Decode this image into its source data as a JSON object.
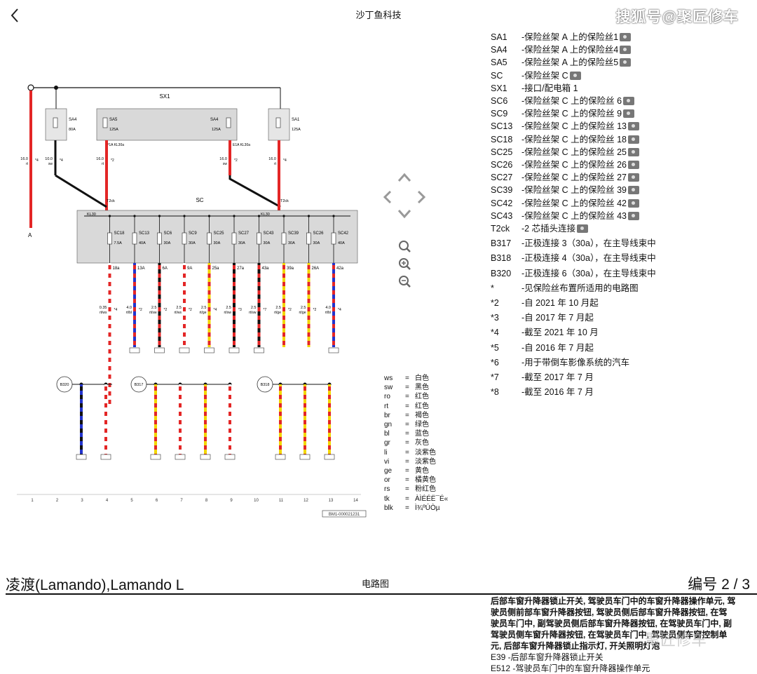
{
  "header": {
    "app_title": "沙丁鱼科技",
    "watermark": "搜狐号@聚匠修车"
  },
  "diagram": {
    "labels": {
      "sx1": "SX1",
      "sc": "SC",
      "sa4": "SA4",
      "sa4_rating": "80A",
      "sa5": "SA5",
      "sa5_rating": "125A",
      "sa4b": "SA4",
      "sa4b_rating": "125A",
      "sa1": "SA1",
      "sa1_rating": "125A",
      "p1a": "P1A KL30a",
      "e1a": "E1A KL30a",
      "kl30_left": "KL30",
      "kl30_right": "KL30",
      "t2ck_left": "T2ck",
      "t2ck_right": "T2ck",
      "ground_a": "A",
      "code": "BM1-000021231"
    },
    "fuses": [
      {
        "name": "SC18",
        "rating": "7.5A",
        "out": "18a",
        "wire": "0.35",
        "color": "rt/ws",
        "note": "*4"
      },
      {
        "name": "SC13",
        "rating": "40A",
        "out": "13A",
        "wire": "4.0",
        "color": "rt/bl",
        "note": "*2"
      },
      {
        "name": "SC6",
        "rating": "30A",
        "out": "6A",
        "wire": "2.5",
        "color": "rt/sw",
        "note": "*2"
      },
      {
        "name": "SC9",
        "rating": "30A",
        "out": "9A",
        "wire": "2.5",
        "color": "rt/ws",
        "note": "*2"
      },
      {
        "name": "SC25",
        "rating": "30A",
        "out": "25a",
        "wire": "2.5",
        "color": "rt/ge",
        "note": "*4"
      },
      {
        "name": "SC27",
        "rating": "30A",
        "out": "27a",
        "wire": "2.5",
        "color": "rt/sw",
        "note": "*3"
      },
      {
        "name": "SC43",
        "rating": "30A",
        "out": "43a",
        "wire": "2.5",
        "color": "rt/sw",
        "note": "*7"
      },
      {
        "name": "SC39",
        "rating": "30A",
        "out": "39a",
        "wire": "2.5",
        "color": "rt/ge",
        "note": "*2"
      },
      {
        "name": "SC26",
        "rating": "30A",
        "out": "26A",
        "wire": "2.5",
        "color": "rt/ge",
        "note": "*2"
      },
      {
        "name": "SC42",
        "rating": "40A",
        "out": "42a",
        "wire": "4.0",
        "color": "rt/bl",
        "note": "*4"
      }
    ],
    "columns": [
      "1",
      "2",
      "3",
      "4",
      "5",
      "6",
      "7",
      "8",
      "9",
      "10",
      "11",
      "12",
      "13",
      "14"
    ],
    "connectors": {
      "b320": "B320",
      "b317": "B317",
      "b318": "B318"
    },
    "supply": [
      {
        "wire": "16.0",
        "color": "rt",
        "note": "*4"
      },
      {
        "wire": "10.0",
        "color": "sw",
        "note": "*4"
      },
      {
        "wire": "16.0",
        "color": "rt",
        "note": "*2"
      },
      {
        "wire": "16.0",
        "color": "sw",
        "note": "*2"
      },
      {
        "wire": "16.0",
        "color": "rt",
        "note": "*4"
      }
    ]
  },
  "color_legend": [
    {
      "code": "ws",
      "name": "白色"
    },
    {
      "code": "sw",
      "name": "黑色"
    },
    {
      "code": "ro",
      "name": "红色"
    },
    {
      "code": "rt",
      "name": "红色"
    },
    {
      "code": "br",
      "name": "褐色"
    },
    {
      "code": "gn",
      "name": "绿色"
    },
    {
      "code": "bl",
      "name": "蓝色"
    },
    {
      "code": "gr",
      "name": "灰色"
    },
    {
      "code": "li",
      "name": "淡紫色"
    },
    {
      "code": "vi",
      "name": "淡紫色"
    },
    {
      "code": "ge",
      "name": "黄色"
    },
    {
      "code": "or",
      "name": "橘黄色"
    },
    {
      "code": "rs",
      "name": "粉红色"
    },
    {
      "code": "tk",
      "name": "ÀÌÉÉË¯É«"
    },
    {
      "code": "blk",
      "name": "Ì¾ºÚÒµ"
    }
  ],
  "component_legend": [
    {
      "code": "SA1",
      "desc": "-保险丝架 A 上的保险丝1",
      "cam": true
    },
    {
      "code": "SA4",
      "desc": "-保险丝架 A 上的保险丝4",
      "cam": true
    },
    {
      "code": "SA5",
      "desc": "-保险丝架 A 上的保险丝5",
      "cam": true
    },
    {
      "code": "SC",
      "desc": "-保险丝架 C",
      "cam": true
    },
    {
      "code": "SX1",
      "desc": "-接口/配电箱 1",
      "cam": false
    },
    {
      "code": "SC6",
      "desc": "-保险丝架 C 上的保险丝 6",
      "cam": true
    },
    {
      "code": "SC9",
      "desc": "-保险丝架 C 上的保险丝 9",
      "cam": true
    },
    {
      "code": "SC13",
      "desc": "-保险丝架 C 上的保险丝 13",
      "cam": true
    },
    {
      "code": "SC18",
      "desc": "-保险丝架 C 上的保险丝 18",
      "cam": true
    },
    {
      "code": "SC25",
      "desc": "-保险丝架 C 上的保险丝 25",
      "cam": true
    },
    {
      "code": "SC26",
      "desc": "-保险丝架 C 上的保险丝 26",
      "cam": true
    },
    {
      "code": "SC27",
      "desc": "-保险丝架 C 上的保险丝 27",
      "cam": true
    },
    {
      "code": "SC39",
      "desc": "-保险丝架 C 上的保险丝 39",
      "cam": true
    },
    {
      "code": "SC42",
      "desc": "-保险丝架 C 上的保险丝 42",
      "cam": true
    },
    {
      "code": "SC43",
      "desc": "-保险丝架 C 上的保险丝 43",
      "cam": true
    },
    {
      "code": "T2ck",
      "desc": "-2 芯插头连接",
      "cam": true
    },
    {
      "code": "B317",
      "desc": "-正极连接 3（30a），在主导线束中",
      "cam": false
    },
    {
      "code": "B318",
      "desc": "-正极连接 4（30a），在主导线束中",
      "cam": false
    },
    {
      "code": "B320",
      "desc": "-正极连接 6（30a），在主导线束中",
      "cam": false
    },
    {
      "code": "*",
      "desc": "-见保险丝布置所适用的电路图",
      "cam": false
    },
    {
      "code": "*2",
      "desc": "-自 2021 年 10 月起",
      "cam": false
    },
    {
      "code": "*3",
      "desc": "-自 2017 年 7 月起",
      "cam": false
    },
    {
      "code": "*4",
      "desc": "-截至 2021 年 10 月",
      "cam": false
    },
    {
      "code": "*5",
      "desc": "-自 2016 年 7 月起",
      "cam": false
    },
    {
      "code": "*6",
      "desc": "-用于带倒车影像系统的汽车",
      "cam": false
    },
    {
      "code": "*7",
      "desc": "-截至 2017 年 7 月",
      "cam": false
    },
    {
      "code": "*8",
      "desc": "-截至 2016 年 7 月",
      "cam": false
    }
  ],
  "footer": {
    "title": "凌渡(Lamando),Lamando L",
    "subtitle": "电路图",
    "page": "编号  2 / 3",
    "desc_lines": [
      "后部车窗升降器锁止开关, 驾驶员车门中的车窗升降器操作单元, 驾",
      "驶员侧前部车窗升降器按钮, 驾驶员侧后部车窗升降器按钮, 在驾",
      "驶员车门中, 副驾驶员侧后部车窗升降器按钮, 在驾驶员车门中, 副",
      "驾驶员侧车窗升降器按钮, 在驾驶员车门中, 驾驶员侧车窗控制单",
      "元, 后部车窗升降器锁止指示灯, 开关照明灯泡",
      "E39      -后部车窗升降器锁止开关",
      "E512     -驾驶员车门中的车窗升降器操作单元"
    ],
    "watermark": "聚匠修车"
  }
}
